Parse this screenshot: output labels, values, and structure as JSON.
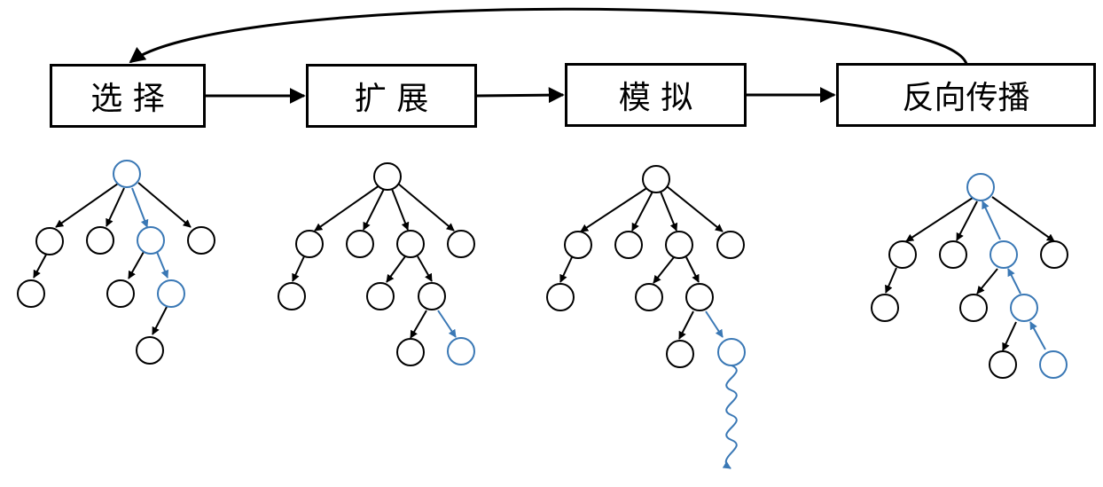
{
  "steps": [
    {
      "id": "select",
      "label": "选 择"
    },
    {
      "id": "expand",
      "label": "扩 展"
    },
    {
      "id": "simulate",
      "label": "模 拟"
    },
    {
      "id": "backprop",
      "label": "反向传播"
    }
  ],
  "colors": {
    "normal": "#000000",
    "highlight": "#3A78B5"
  }
}
